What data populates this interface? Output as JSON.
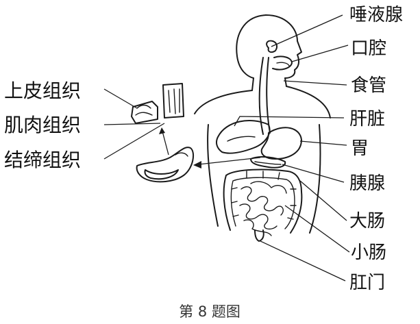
{
  "labels_right": {
    "salivary_gland": "唾液腺",
    "oral_cavity": "口腔",
    "esophagus": "食管",
    "liver": "肝脏",
    "stomach": "胃",
    "pancreas": "胰腺",
    "large_intestine": "大肠",
    "small_intestine": "小肠",
    "anus": "肛门"
  },
  "labels_left": {
    "epithelial_tissue": "上皮组织",
    "muscle_tissue": "肌肉组织",
    "connective_tissue": "结缔组织"
  },
  "caption": "第 8 题图"
}
